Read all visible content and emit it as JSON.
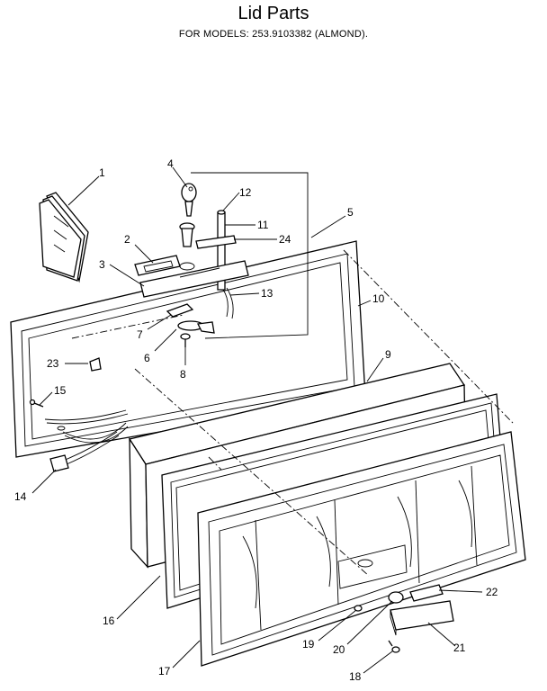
{
  "header": {
    "title": "Lid Parts",
    "subtitle": "FOR MODELS: 253.9103382 (ALMOND)."
  },
  "colors": {
    "ink": "#000000",
    "paper": "#ffffff"
  },
  "parts": [
    {
      "id": "p1",
      "label": "1"
    },
    {
      "id": "p2",
      "label": "2"
    },
    {
      "id": "p3",
      "label": "3"
    },
    {
      "id": "p4",
      "label": "4"
    },
    {
      "id": "p5",
      "label": "5"
    },
    {
      "id": "p6",
      "label": "6"
    },
    {
      "id": "p7",
      "label": "7"
    },
    {
      "id": "p8",
      "label": "8"
    },
    {
      "id": "p9",
      "label": "9"
    },
    {
      "id": "p10",
      "label": "10"
    },
    {
      "id": "p11",
      "label": "11"
    },
    {
      "id": "p12",
      "label": "12"
    },
    {
      "id": "p13",
      "label": "13"
    },
    {
      "id": "p14",
      "label": "14"
    },
    {
      "id": "p15",
      "label": "15"
    },
    {
      "id": "p16",
      "label": "16"
    },
    {
      "id": "p17",
      "label": "17"
    },
    {
      "id": "p18",
      "label": "18"
    },
    {
      "id": "p19",
      "label": "19"
    },
    {
      "id": "p20",
      "label": "20"
    },
    {
      "id": "p21",
      "label": "21"
    },
    {
      "id": "p22",
      "label": "22"
    },
    {
      "id": "p23",
      "label": "23"
    },
    {
      "id": "p24",
      "label": "24"
    }
  ]
}
